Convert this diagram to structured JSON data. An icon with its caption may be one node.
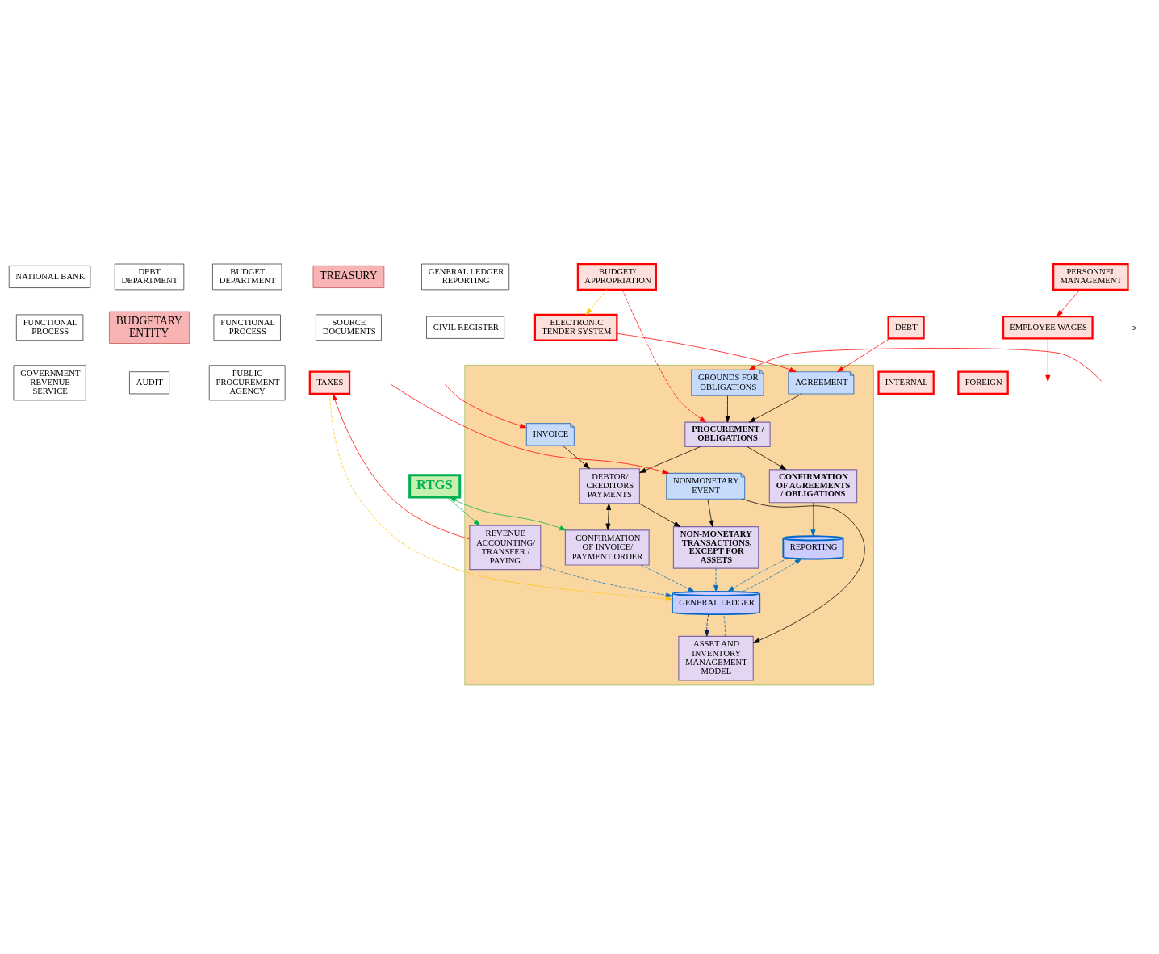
{
  "diagram": {
    "nodes": [
      {
        "text": [
          "NATIONAL BANK"
        ]
      },
      {
        "text": [
          "DEBT DEPARTMENT"
        ]
      },
      {
        "text": [
          "BUDGET DEPARTMENT"
        ]
      },
      {
        "text": [
          "TREASURY"
        ]
      },
      {
        "text": [
          "GENERAL LEDGER REPORTING"
        ]
      },
      {
        "text": [
          "FUNCTIONAL PROCESS"
        ]
      },
      {
        "text": [
          "BUDGETARY ENTITY"
        ]
      },
      {
        "text": [
          "FUNCTIONAL PROCESS"
        ]
      },
      {
        "text": [
          "SOURCE DOCUMENTS"
        ]
      },
      {
        "text": [
          "CIVIL REGISTER"
        ]
      },
      {
        "text": [
          "GOVERNMENT REVENUE SERVICE"
        ]
      },
      {
        "text": [
          "AUDIT"
        ]
      },
      {
        "text": [
          "PUBLIC PROCUREMENT AGENCY"
        ]
      },
      {
        "text": [
          "BUDGET/ APPROPRIATION"
        ]
      },
      {
        "text": [
          "ELECTRONIC TENDER SYSTEM"
        ]
      },
      {
        "text": [],
        "shape": "box"
      },
      {
        "text": [
          "REPORTING"
        ],
        "in": 15
      },
      {
        "text": [
          "CONFIRMATION OF AGREEMENTS / OBLIGATIONS"
        ],
        "in": 15
      },
      {
        "text": [
          "PROCUREMENT / OBLIGATIONS"
        ],
        "in": 15
      },
      {
        "text": [
          "AGREEMENT"
        ],
        "in": 15
      },
      {
        "text": [
          "TAXES"
        ]
      },
      {
        "text": [
          "GROUNDS FOR OBLIGATIONS"
        ],
        "in": 15
      },
      {
        "text": [
          "RTGS"
        ]
      },
      {
        "text": [
          "CONFIRMATION OF INVOICE/ PAYMENT ORDER"
        ],
        "in": 15
      },
      {
        "text": [
          "DEBTOR/ CREDITORS PAYMENTS"
        ],
        "in": 15
      },
      {
        "text": [
          "INVOICE"
        ],
        "in": 15
      },
      {
        "text": [
          "GENERAL LEDGER"
        ],
        "in": 15
      },
      {
        "text": [
          "REVENUE ACCOUNTING/ TRANSFER / PAYING"
        ],
        "in": 15
      },
      {
        "text": [
          "NON-MONETARY TRANSACTIONS, EXCEPT FOR ASSETS"
        ],
        "in": 15
      },
      {
        "text": [
          "NONMONETARY EVENT"
        ],
        "in": 15
      },
      {
        "text": [
          "ASSET AND INVENTORY MANAGEMENT MODEL"
        ],
        "in": 15
      },
      {
        "text": [
          "DEBT"
        ]
      },
      {
        "text": [
          "FOREIGN"
        ]
      },
      {
        "text": [
          "INTERNAL"
        ]
      },
      {
        "text": [
          "PERSONNEL MANAGEMENT"
        ]
      },
      {
        "text": [
          "EMPLOYEE WAGES"
        ]
      }
    ],
    "edges": [
      {
        "from": 13,
        "to": 18,
        "arrow": "to",
        "style": "dashed",
        "color": "#ff0000"
      },
      {
        "from": 13,
        "to": 14,
        "arrow": "to",
        "style": "dashed",
        "color": "#ffc000"
      },
      {
        "from": 14,
        "to": 19,
        "arrow": "to",
        "color": "#ff0000"
      },
      {
        "from": 17,
        "to": 16,
        "arrow": "to",
        "color": "#0070c0"
      },
      {
        "from": 18,
        "to": 17,
        "arrow": "to",
        "color": "#000000"
      },
      {
        "from": 19,
        "to": 18,
        "arrow": "to",
        "color": "#000000"
      },
      {
        "from": 21,
        "to": 18,
        "arrow": "to",
        "color": "#000000"
      },
      {
        "from": 18,
        "to": 24,
        "arrow": "to",
        "color": "#000000"
      },
      {
        "from": 24,
        "to": 23,
        "arrow": "both",
        "color": "#000000"
      },
      {
        "from": 25,
        "to": 24,
        "arrow": "to",
        "color": "#000000"
      },
      {
        "from": 24,
        "to": 28,
        "arrow": "to",
        "color": "#000000"
      },
      {
        "from": 29,
        "to": 28,
        "arrow": "to",
        "color": "#000000"
      },
      {
        "from": 29,
        "to": 30,
        "arrow": "to",
        "color": "#000000"
      },
      {
        "from": 16,
        "to": 26,
        "arrow": "to",
        "style": "dashed",
        "color": "#0070c0"
      },
      {
        "from": 23,
        "to": 26,
        "arrow": "to",
        "style": "dashed",
        "color": "#0070c0"
      },
      {
        "from": 28,
        "to": 26,
        "arrow": "to",
        "style": "dashed",
        "color": "#0070c0"
      },
      {
        "from": 27,
        "to": 26,
        "arrow": "to",
        "style": "dashed",
        "color": "#0070c0"
      },
      {
        "from": 26,
        "to": 16,
        "arrow": "to",
        "style": "dashed",
        "color": "#0070c0"
      },
      {
        "from": 26,
        "to": 30,
        "arrow": "to",
        "style": "dashed",
        "color": "#002060"
      },
      {
        "from": 30,
        "to": 26,
        "arrow": "none",
        "style": "dashed",
        "color": "#0070c0"
      },
      {
        "from": 20,
        "to": 26,
        "arrow": "to",
        "style": "dashed",
        "color": "#ffc000"
      },
      {
        "from": 22,
        "to": 23,
        "arrow": "both",
        "color": "#00b050"
      },
      {
        "from": 22,
        "to": 27,
        "arrow": "to",
        "color": "#00b050"
      },
      {
        "from": 31,
        "to": 19,
        "arrow": "to",
        "color": "#ff0000"
      },
      {
        "from": 35,
        "to": null,
        "arrow": "to",
        "color": "#ff0000"
      },
      {
        "from": null,
        "to": 21,
        "arrow": "to",
        "color": "#ff0000"
      },
      {
        "from": null,
        "to": 25,
        "arrow": "to",
        "color": "#ff0000"
      },
      {
        "from": null,
        "to": 29,
        "arrow": "to",
        "color": "#ff0000"
      },
      {
        "from": 27,
        "to": 20,
        "arrow": "to",
        "color": "#ff0000"
      },
      {
        "from": 34,
        "to": 35,
        "arrow": "to",
        "color": "#ff0000"
      }
    ],
    "labels": [
      "5"
    ]
  }
}
